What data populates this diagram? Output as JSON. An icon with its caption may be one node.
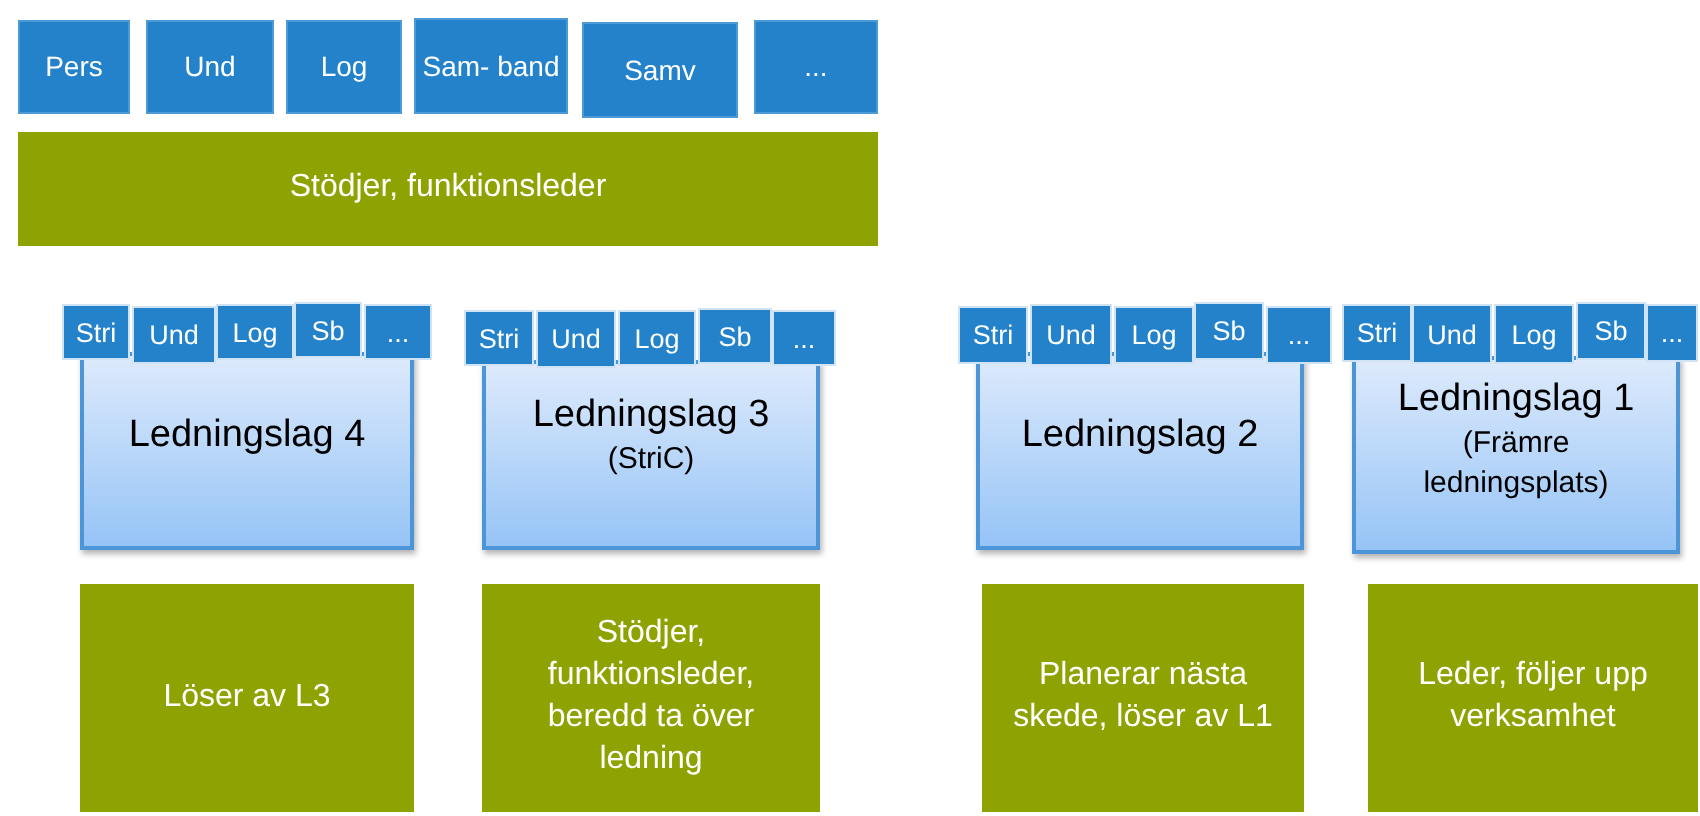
{
  "diagram": {
    "nodes": [
      {
        "text": [
          "Pers"
        ]
      },
      {
        "text": [
          "Und"
        ]
      },
      {
        "text": [
          "Log"
        ]
      },
      {
        "text": [
          "Sam- band"
        ]
      },
      {
        "text": [
          "Samv"
        ]
      },
      {
        "text": [
          "..."
        ]
      },
      {
        "text": [
          "Stödjer, funktionsleder"
        ]
      },
      {
        "text": [
          "Stri"
        ]
      },
      {
        "text": [
          "Und"
        ]
      },
      {
        "text": [
          "Log"
        ]
      },
      {
        "text": [
          "Sb"
        ]
      },
      {
        "text": [
          "..."
        ]
      },
      {
        "text": [
          "Ledningslag 4"
        ]
      },
      {
        "text": [
          "Stri"
        ]
      },
      {
        "text": [
          "Und"
        ]
      },
      {
        "text": [
          "Log"
        ]
      },
      {
        "text": [
          "Sb"
        ]
      },
      {
        "text": [
          "..."
        ]
      },
      {
        "text": [
          "Ledningslag 3",
          "(StriC)"
        ]
      },
      {
        "text": [
          "Stri"
        ]
      },
      {
        "text": [
          "Und"
        ]
      },
      {
        "text": [
          "Log"
        ]
      },
      {
        "text": [
          "Sb"
        ]
      },
      {
        "text": [
          "..."
        ]
      },
      {
        "text": [
          "Ledningslag 2"
        ]
      },
      {
        "text": [
          "Stri"
        ]
      },
      {
        "text": [
          "Und"
        ]
      },
      {
        "text": [
          "Log"
        ]
      },
      {
        "text": [
          "Sb"
        ]
      },
      {
        "text": [
          "..."
        ]
      },
      {
        "text": [
          "Ledningslag 1",
          "(Främre ledningsplats)"
        ]
      },
      {
        "text": [
          "Löser av L3"
        ]
      },
      {
        "text": [
          "Stödjer, funktionsleder, beredd ta över ledning"
        ]
      },
      {
        "text": [
          "Planerar nästa skede, löser av L1"
        ]
      },
      {
        "text": [
          "Leder, följer upp verksamhet"
        ]
      }
    ]
  }
}
